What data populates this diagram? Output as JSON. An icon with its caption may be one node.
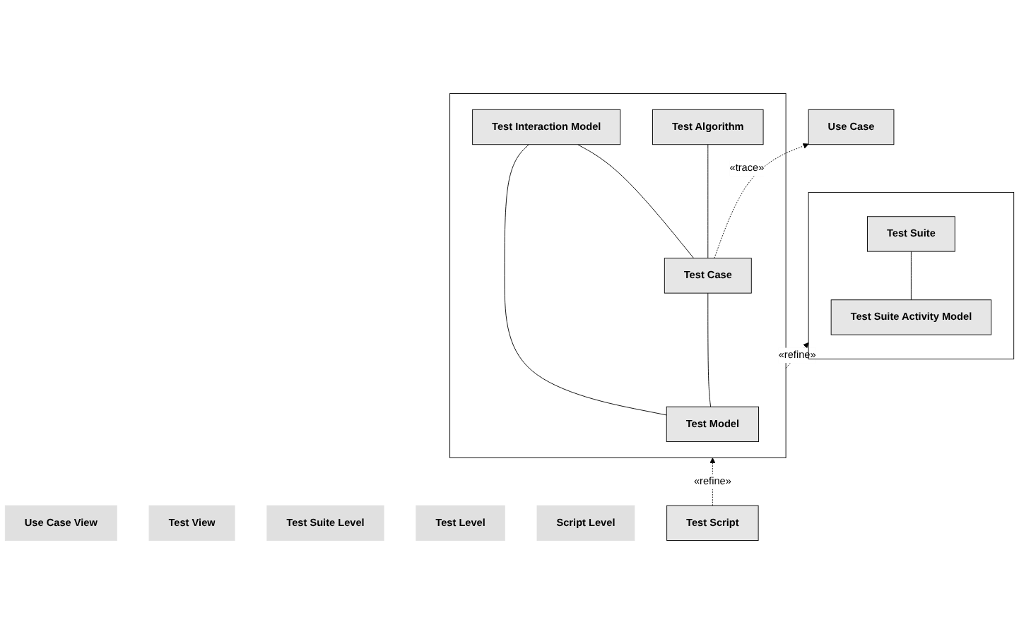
{
  "diagram": {
    "nodes": [
      {
        "text": [
          "Use Case View"
        ]
      },
      {
        "text": [
          "Test View"
        ]
      },
      {
        "text": [
          "Test Suite Level"
        ]
      },
      {
        "text": [],
        "shape": "box"
      },
      {
        "text": [
          "Test Suite"
        ],
        "in": 3
      },
      {
        "text": [
          "Test Suite Activity Model"
        ],
        "in": 3
      },
      {
        "text": [
          "Test Level"
        ]
      },
      {
        "text": [],
        "shape": "box"
      },
      {
        "text": [
          "Test Model"
        ],
        "in": 7
      },
      {
        "text": [
          "Test Interaction Model"
        ],
        "in": 7
      },
      {
        "text": [
          "Use Case"
        ]
      },
      {
        "text": [
          "Test Case"
        ],
        "in": 7
      },
      {
        "text": [
          "Test Algorithm"
        ],
        "in": 7
      },
      {
        "text": [
          "Script Level"
        ]
      },
      {
        "text": [
          "Test Script"
        ]
      }
    ],
    "edges": [
      {
        "from": 4,
        "to": 5,
        "arrow": "none"
      },
      {
        "from": 8,
        "to": 9,
        "arrow": "none"
      },
      {
        "from": 8,
        "to": 11,
        "arrow": "none"
      },
      {
        "from": 11,
        "to": 9,
        "arrow": "none"
      },
      {
        "from": 11,
        "to": 12,
        "arrow": "none"
      },
      {
        "from": 11,
        "to": 10,
        "arrow": "to",
        "label": "«trace»",
        "style": "dashed"
      },
      {
        "from": 7,
        "to": 3,
        "arrow": "to",
        "label": "«refine»",
        "style": "dashed"
      },
      {
        "from": 14,
        "to": 7,
        "arrow": "to",
        "label": "«refine»",
        "style": "dashed"
      }
    ]
  }
}
